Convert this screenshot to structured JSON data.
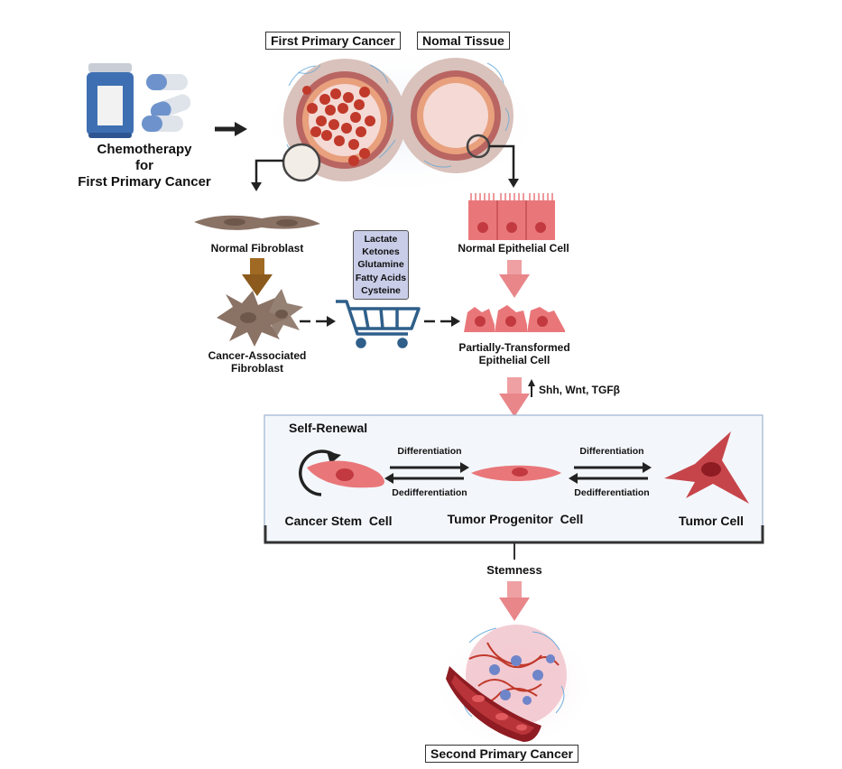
{
  "labels": {
    "first_primary_cancer": "First Primary Cancer",
    "normal_tissue": "Nomal Tissue",
    "chemo_line1": "Chemotherapy",
    "chemo_line2": "for",
    "chemo_line3": "First Primary Cancer",
    "normal_fibroblast": "Normal Fibroblast",
    "normal_epithelial_cell": "Normal Epithelial Cell",
    "caf_line1": "Cancer-Associated",
    "caf_line2": "Fibroblast",
    "pte_line1": "Partially-Transformed",
    "pte_line2": "Epithelial Cell",
    "signals": "Shh, Wnt, TGFβ",
    "self_renewal": "Self-Renewal",
    "differentiation_1": "Differentiation",
    "dedifferentiation_1": "Dedifferentiation",
    "differentiation_2": "Differentiation",
    "dedifferentiation_2": "Dedifferentiation",
    "cancer_stem_cell": "Cancer Stem  Cell",
    "tumor_progenitor_cell": "Tumor Progenitor  Cell",
    "tumor_cell": "Tumor Cell",
    "stemness": "Stemness",
    "second_primary_cancer": "Second Primary Cancer"
  },
  "metabolites": [
    "Lactate",
    "Ketones",
    "Glutamine",
    "Fatty Acids",
    "Cysteine"
  ],
  "colors": {
    "cancer_red": "#c0392b",
    "pink_arrow": "#e8868a",
    "brown_arrow": "#8b5a1c",
    "fibroblast": "#8a7265",
    "panel_bg": "#f3f7fb",
    "panel_border": "#9db3d0",
    "metabolite_box": "#c9cde8",
    "cart_blue": "#2f5f8a"
  },
  "icons": [
    "pill-bottle-icon",
    "capsule-icon",
    "shopping-cart-icon",
    "blood-vessel-icon"
  ]
}
